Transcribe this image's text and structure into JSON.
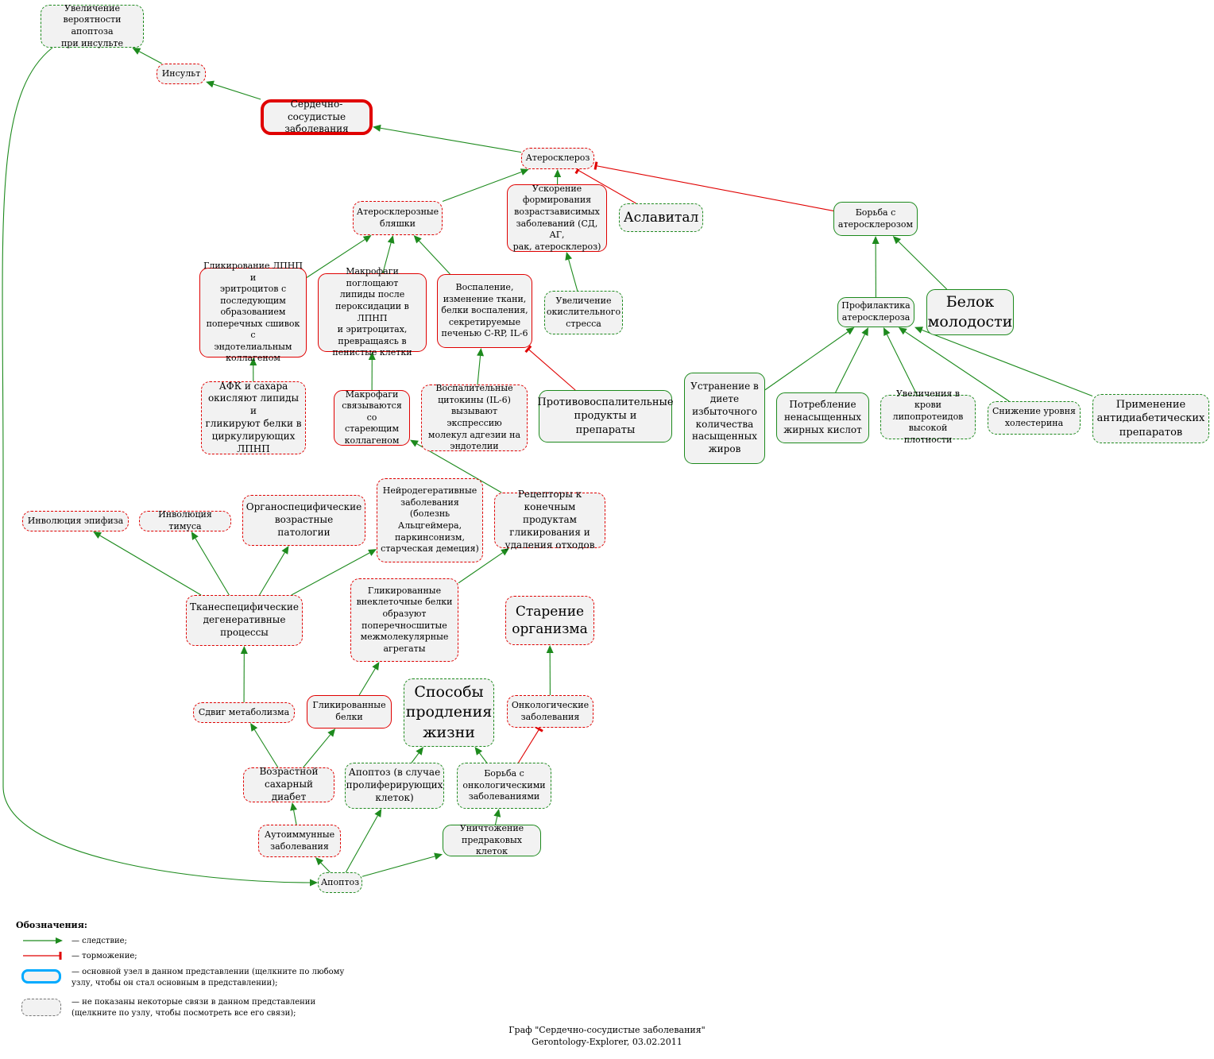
{
  "colors": {
    "effect": "#1d8a1d",
    "inhibition": "#e00000",
    "main_border": "#00aaff",
    "node_fill": "#f2f2f2"
  },
  "nodes": {
    "n1": {
      "label": "Увеличение\nвероятности апоптоза\nпри инсульте",
      "style": "green-dashed"
    },
    "n2": {
      "label": "Инсульт",
      "style": "red-dashed"
    },
    "n3": {
      "label": "Сердечно-сосудистые\nзаболевания",
      "style": "main"
    },
    "n4": {
      "label": "Атеросклероз",
      "style": "red-dashed"
    },
    "n5": {
      "label": "Атеросклерозные\nбляшки",
      "style": "red-dashed"
    },
    "n6": {
      "label": "Ускорение\nформирования\nвозрастзависимых\nзаболеваний (СД, АГ,\nрак, атеросклероз)",
      "style": "red-solid"
    },
    "n7": {
      "label": "Аславитал",
      "style": "green-dashed"
    },
    "n8": {
      "label": "Борьба с\nатеросклерозом",
      "style": "green-solid"
    },
    "n9": {
      "label": "Гликирование ЛПНП и\nэритроцитов с\nпоследующим\nобразованием\nпоперечных сшивок с\nэндотелиальным\nколлагеном",
      "style": "red-solid"
    },
    "n10": {
      "label": "Макрофаги поглощают\nлипиды после\nпероксидации в ЛПНП\nи эритроцитах,\nпревращаясь в\nпенистые клетки",
      "style": "red-solid"
    },
    "n11": {
      "label": "Воспаление,\nизменение ткани,\nбелки воспаления,\nсекретируемые\nпеченью C-RP, IL-6",
      "style": "red-solid"
    },
    "n12": {
      "label": "Увеличение\nокислительного\nстресса",
      "style": "green-dashed"
    },
    "n13": {
      "label": "Профилактика\nатеросклероза",
      "style": "green-solid"
    },
    "n14": {
      "label": "Белок\nмолодости",
      "style": "green-solid"
    },
    "n15": {
      "label": "АФК и сахара\nокисляют липиды и\nгликируют белки в\nциркулирующих\nЛПНП",
      "style": "red-dashed"
    },
    "n16": {
      "label": "Макрофаги\nсвязываются со\nстареющим\nколлагеном",
      "style": "red-solid"
    },
    "n17": {
      "label": "Воспалительные\nцитокины (IL-6)\nвызывают экспрессию\nмолекул адгезии на\nэндотелии",
      "style": "red-dashed"
    },
    "n18": {
      "label": "Противовоспалительные\nпродукты и\nпрепараты",
      "style": "green-solid"
    },
    "n19": {
      "label": "Устранение в\nдиете\nизбыточного\nколичества\nнасыщенных\nжиров",
      "style": "green-solid"
    },
    "n20": {
      "label": "Потребление\nненасыщенных\nжирных кислот",
      "style": "green-solid"
    },
    "n21": {
      "label": "Увеличения в крови\nлипопротеидов\nвысокой плотности",
      "style": "green-dashed"
    },
    "n22": {
      "label": "Снижение уровня\nхолестерина",
      "style": "green-dashed"
    },
    "n23": {
      "label": "Применение\nантидиабетических\nпрепаратов",
      "style": "green-dashed"
    },
    "n24": {
      "label": "Инволюция эпифиза",
      "style": "red-dashed"
    },
    "n25": {
      "label": "Инволюция тимуса",
      "style": "red-dashed"
    },
    "n26": {
      "label": "Органоспецифические\nвозрастные\nпатологии",
      "style": "red-dashed"
    },
    "n27": {
      "label": "Нейродегеративные\nзаболевания\n(болезнь\nАльцгеймера,\nпаркинсонизм,\nстарческая демеция)",
      "style": "red-dashed"
    },
    "n28": {
      "label": "Рецепторы к\nконечным продуктам\nгликирования и\nудаления отходов",
      "style": "red-dashed"
    },
    "n29": {
      "label": "Тканеспецифические\nдегенеративные\nпроцессы",
      "style": "red-dashed"
    },
    "n30": {
      "label": "Гликированные\nвнеклеточные белки\nобразуют\nпоперечносшитые\nмежмолекулярные\nагрегаты",
      "style": "red-dashed"
    },
    "n31": {
      "label": "Старение\nорганизма",
      "style": "red-dashed"
    },
    "n32": {
      "label": "Сдвиг метаболизма",
      "style": "red-dashed"
    },
    "n33": {
      "label": "Гликированные\nбелки",
      "style": "red-solid"
    },
    "n34": {
      "label": "Способы\nпродления\nжизни",
      "style": "green-dashed"
    },
    "n35": {
      "label": "Онкологические\nзаболевания",
      "style": "red-dashed"
    },
    "n36": {
      "label": "Возрастной\nсахарный диабет",
      "style": "red-dashed"
    },
    "n37": {
      "label": "Апоптоз (в случае\nпролиферирующих\nклеток)",
      "style": "green-dashed"
    },
    "n38": {
      "label": "Борьба с\nонкологическими\nзаболеваниями",
      "style": "green-dashed"
    },
    "n39": {
      "label": "Аутоиммунные\nзаболевания",
      "style": "red-dashed"
    },
    "n40": {
      "label": "Уничтожение\nпредраковых клеток",
      "style": "green-solid"
    },
    "n41": {
      "label": "Апоптоз",
      "style": "green-dashed"
    }
  },
  "edges": [
    {
      "from": "n2",
      "to": "n1",
      "type": "effect"
    },
    {
      "from": "n3",
      "to": "n2",
      "type": "effect"
    },
    {
      "from": "n4",
      "to": "n3",
      "type": "effect"
    },
    {
      "from": "n5",
      "to": "n4",
      "type": "effect"
    },
    {
      "from": "n6",
      "to": "n4",
      "type": "effect"
    },
    {
      "from": "n7",
      "to": "n4",
      "type": "inhibition"
    },
    {
      "from": "n8",
      "to": "n4",
      "type": "inhibition"
    },
    {
      "from": "n9",
      "to": "n5",
      "type": "effect"
    },
    {
      "from": "n10",
      "to": "n5",
      "type": "effect"
    },
    {
      "from": "n11",
      "to": "n5",
      "type": "effect"
    },
    {
      "from": "n12",
      "to": "n6",
      "type": "effect"
    },
    {
      "from": "n13",
      "to": "n8",
      "type": "effect"
    },
    {
      "from": "n14",
      "to": "n8",
      "type": "effect"
    },
    {
      "from": "n15",
      "to": "n9",
      "type": "effect"
    },
    {
      "from": "n16",
      "to": "n10",
      "type": "effect"
    },
    {
      "from": "n17",
      "to": "n11",
      "type": "effect"
    },
    {
      "from": "n18",
      "to": "n11",
      "type": "inhibition"
    },
    {
      "from": "n19",
      "to": "n13",
      "type": "effect"
    },
    {
      "from": "n20",
      "to": "n13",
      "type": "effect"
    },
    {
      "from": "n21",
      "to": "n13",
      "type": "effect"
    },
    {
      "from": "n22",
      "to": "n13",
      "type": "effect"
    },
    {
      "from": "n23",
      "to": "n13",
      "type": "effect"
    },
    {
      "from": "n28",
      "to": "n16",
      "type": "effect"
    },
    {
      "from": "n29",
      "to": "n24",
      "type": "effect"
    },
    {
      "from": "n29",
      "to": "n25",
      "type": "effect"
    },
    {
      "from": "n29",
      "to": "n26",
      "type": "effect"
    },
    {
      "from": "n29",
      "to": "n27",
      "type": "effect"
    },
    {
      "from": "n30",
      "to": "n28",
      "type": "effect"
    },
    {
      "from": "n32",
      "to": "n29",
      "type": "effect"
    },
    {
      "from": "n33",
      "to": "n30",
      "type": "effect"
    },
    {
      "from": "n35",
      "to": "n31",
      "type": "effect"
    },
    {
      "from": "n36",
      "to": "n32",
      "type": "effect"
    },
    {
      "from": "n36",
      "to": "n33",
      "type": "effect"
    },
    {
      "from": "n37",
      "to": "n34",
      "type": "effect"
    },
    {
      "from": "n38",
      "to": "n34",
      "type": "effect"
    },
    {
      "from": "n38",
      "to": "n35",
      "type": "inhibition"
    },
    {
      "from": "n39",
      "to": "n36",
      "type": "effect"
    },
    {
      "from": "n40",
      "to": "n38",
      "type": "effect"
    },
    {
      "from": "n41",
      "to": "n39",
      "type": "effect"
    },
    {
      "from": "n41",
      "to": "n37",
      "type": "effect"
    },
    {
      "from": "n41",
      "to": "n40",
      "type": "effect"
    },
    {
      "from": "n1",
      "to": "n41",
      "type": "effect"
    }
  ],
  "legend": {
    "title": "Обозначения:",
    "effect": "— следствие;",
    "inhibition": "— торможение;",
    "main_node": "— основной узел в данном представлении (щелкните по любому\nузлу, чтобы он стал основным в представлении);",
    "hidden_links": "— не показаны некоторые связи в данном представлении\n(щелкните по узлу, чтобы посмотреть все его связи);"
  },
  "caption": {
    "line1": "Граф \"Сердечно-сосудистые заболевания\"",
    "line2": "Gerontology-Explorer, 03.02.2011"
  }
}
